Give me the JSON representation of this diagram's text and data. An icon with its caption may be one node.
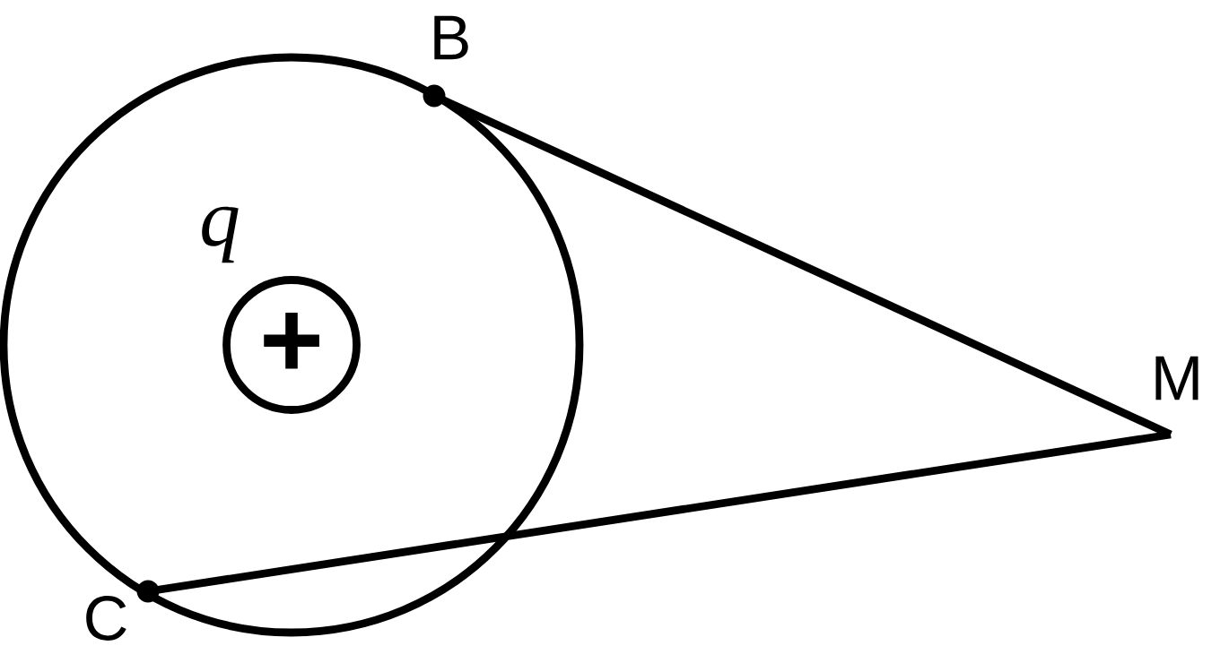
{
  "diagram": {
    "nodes": [
      {
        "text": [
          "+"
        ],
        "beside": [
          "q"
        ]
      },
      {
        "text": [
          "B"
        ]
      },
      {
        "text": [
          "C"
        ]
      },
      {
        "text": [
          "M"
        ]
      }
    ],
    "edges": [
      {
        "from": 1,
        "to": 3,
        "arrow": "none"
      },
      {
        "from": 2,
        "to": 3,
        "arrow": "none"
      }
    ]
  }
}
